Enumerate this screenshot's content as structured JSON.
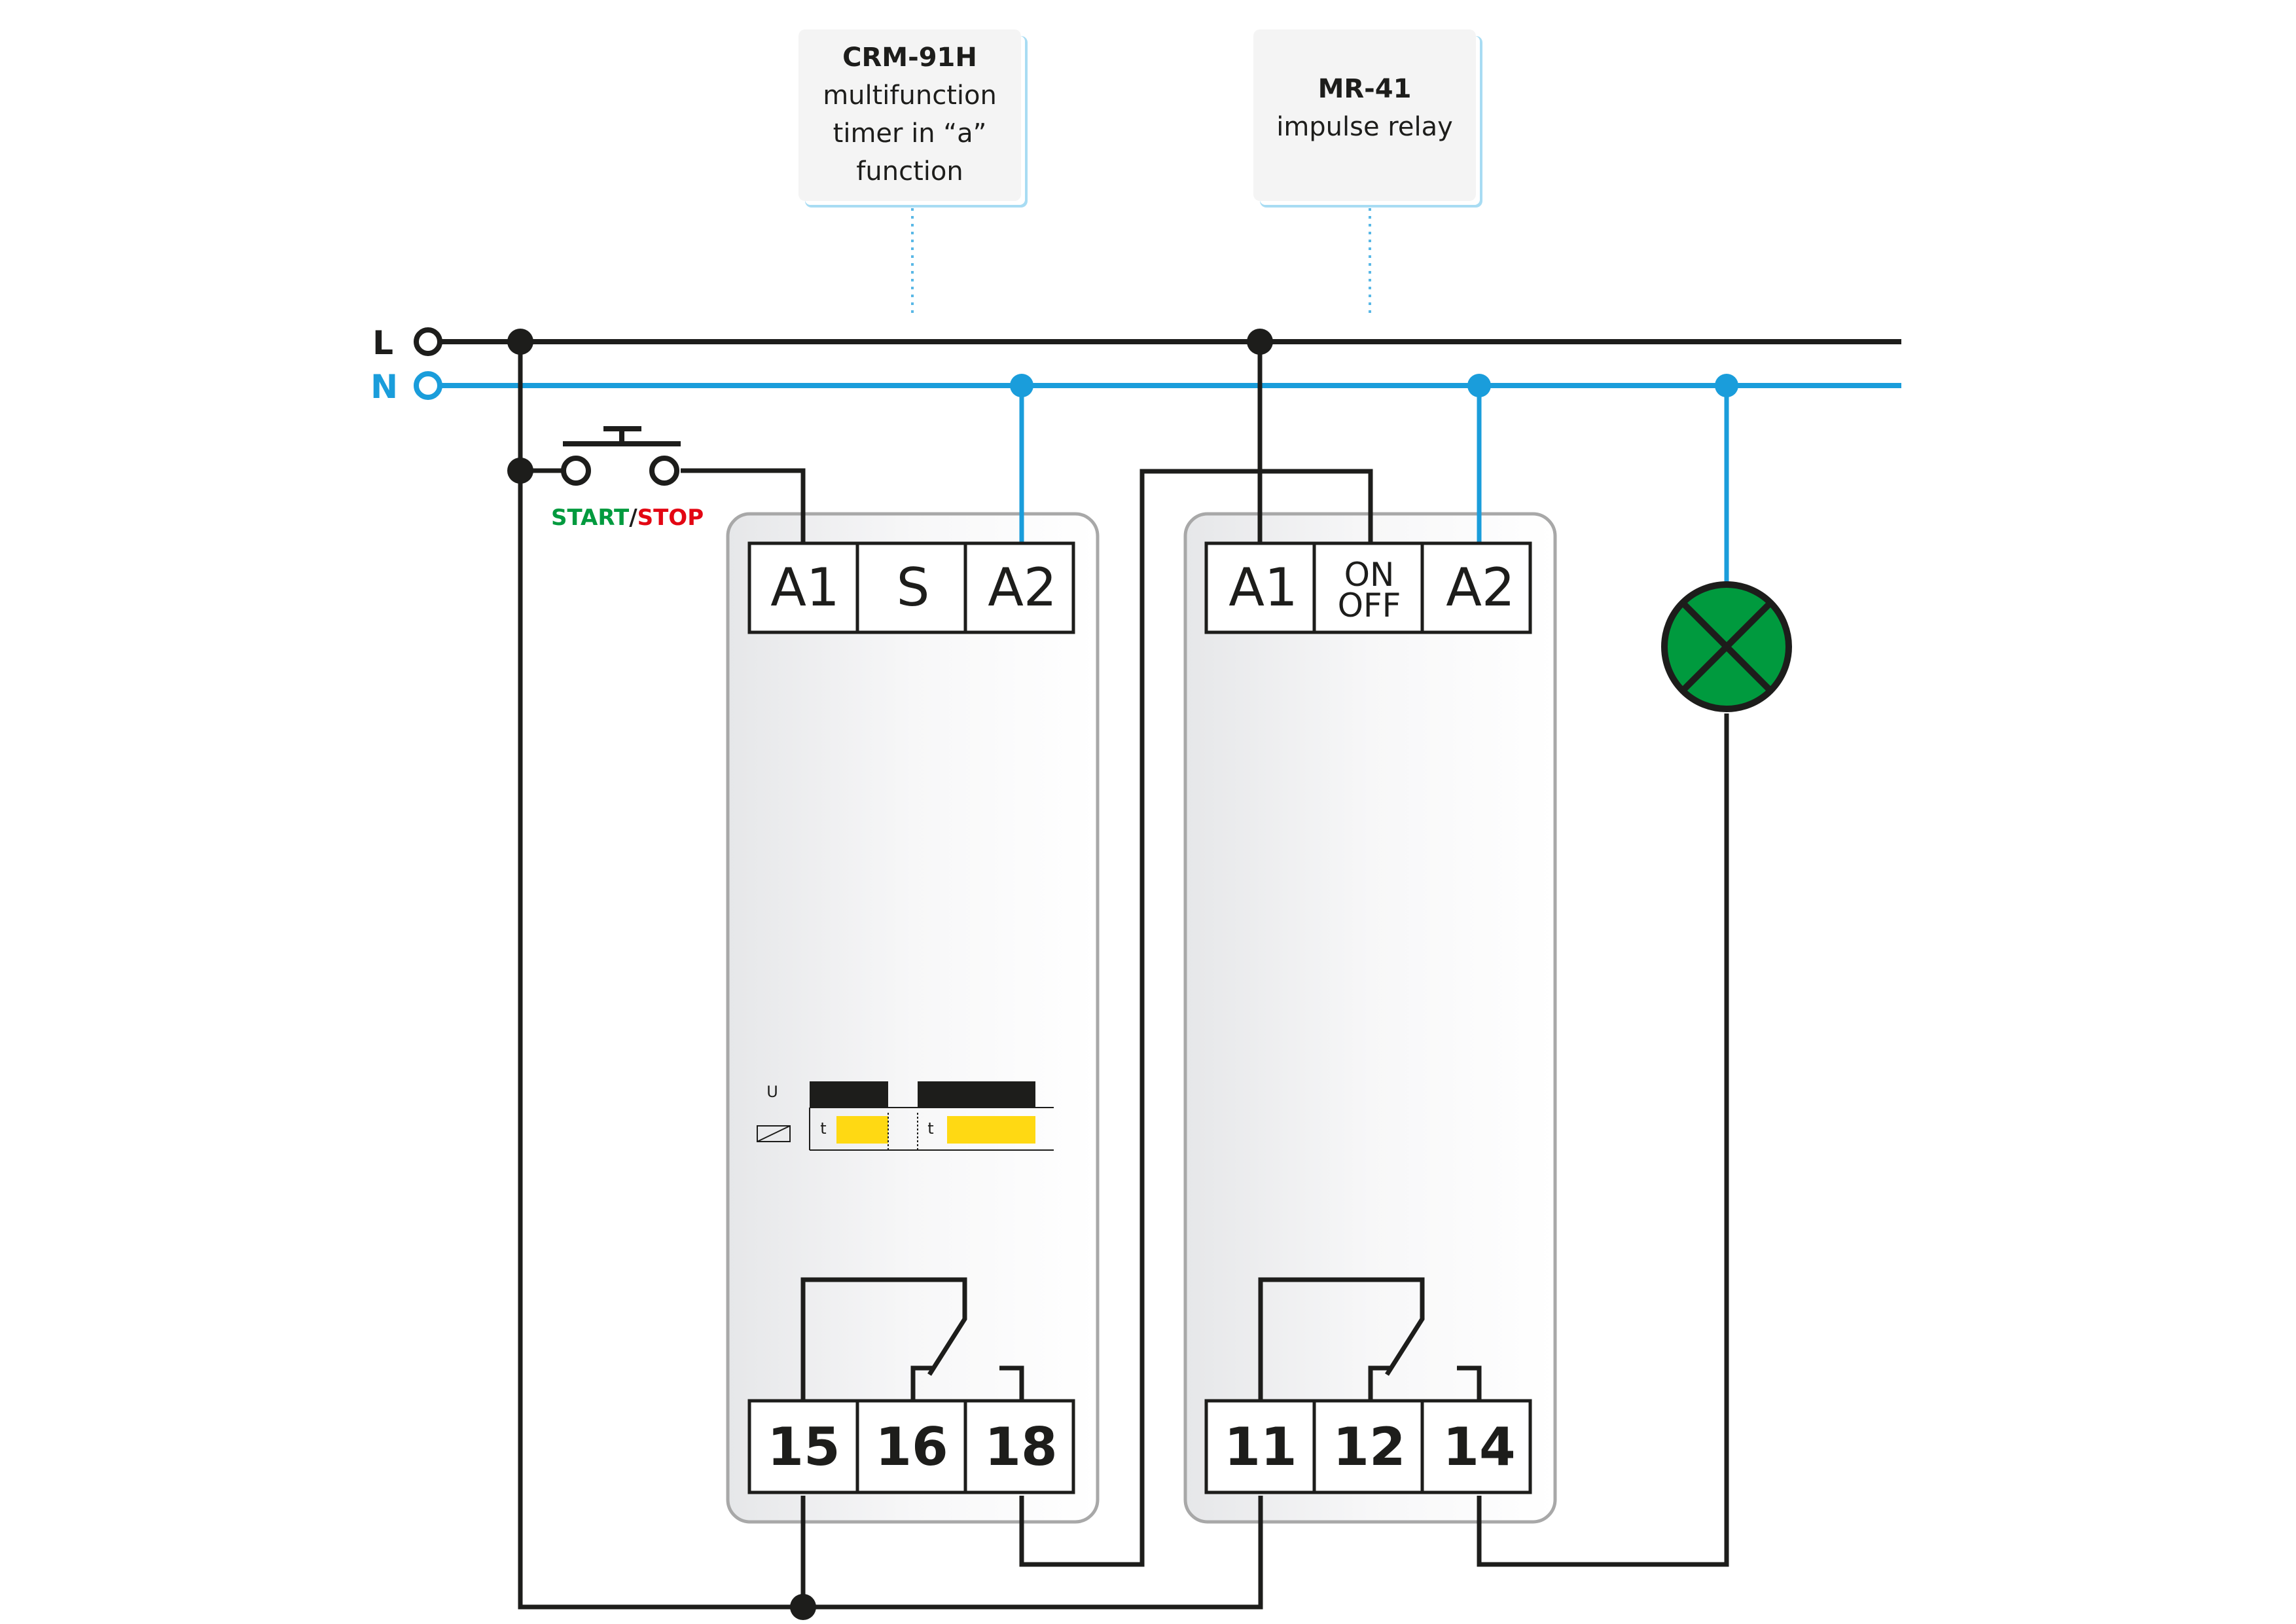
{
  "labels": {
    "timer": {
      "model": "CRM-91H",
      "desc": "multifunction timer in “a” function"
    },
    "relay": {
      "model": "MR-41",
      "desc": "impulse relay"
    }
  },
  "lines": {
    "L": "L",
    "N": "N"
  },
  "button": {
    "start": "START",
    "slash": "/",
    "stop": "STOP"
  },
  "timer_terminals": {
    "top": [
      "A1",
      "S",
      "A2"
    ],
    "bottom": [
      "15",
      "16",
      "18"
    ]
  },
  "relay_terminals": {
    "top_left": "A1",
    "on": "ON",
    "off": "OFF",
    "top_right": "A2",
    "bottom": [
      "11",
      "12",
      "14"
    ]
  },
  "timing_chart": {
    "u_label": "U",
    "t_label": "t"
  },
  "colors": {
    "L_line": "#1d1d1b",
    "N_line": "#1a9ddb",
    "lamp": "#009a3e",
    "timing_yellow": "#ffd913",
    "start_green": "#009a3e",
    "stop_red": "#e30613"
  }
}
